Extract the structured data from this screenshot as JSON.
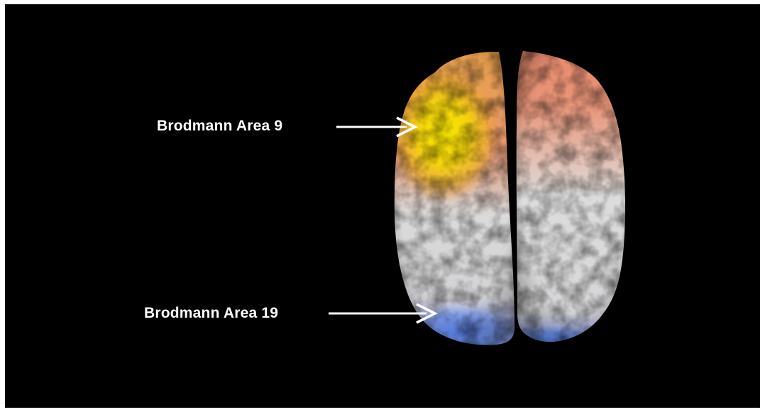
{
  "figure": {
    "background_color": "#000000",
    "subject": "brain-top-view",
    "annotations": [
      {
        "label": "Brodmann Area 9",
        "highlight_color": "#f2d20a"
      },
      {
        "label": "Brodmann Area 19",
        "highlight_color": "#6f96ee"
      }
    ]
  }
}
